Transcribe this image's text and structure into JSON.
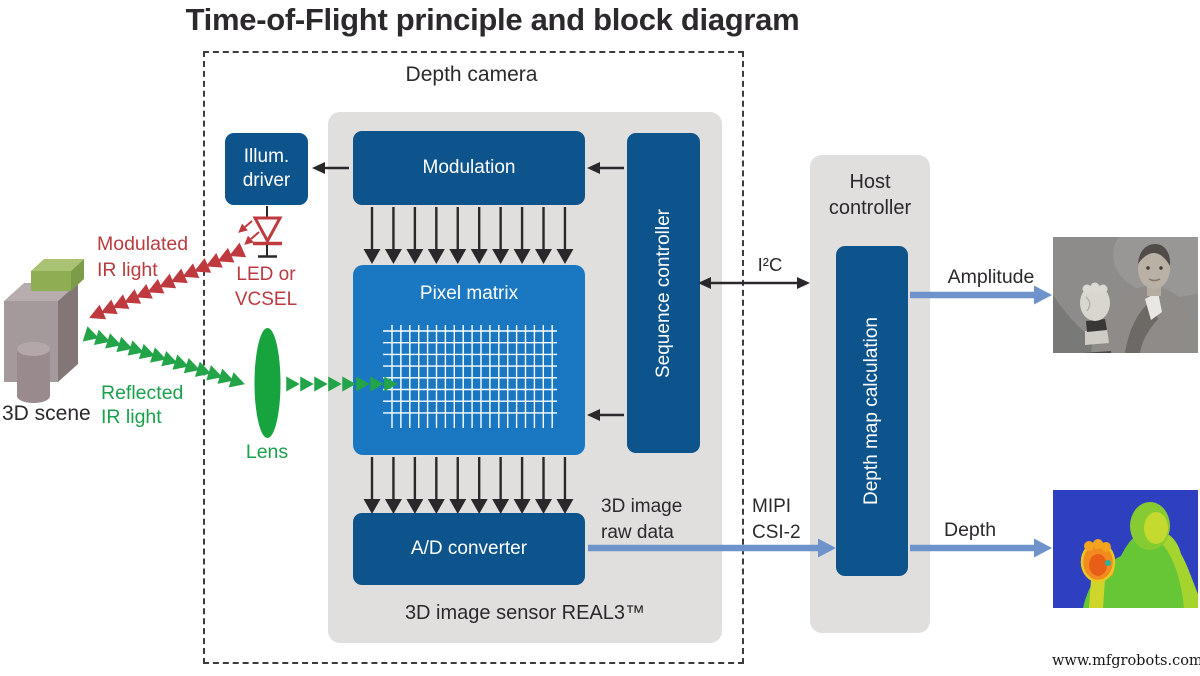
{
  "title": "Time-of-Flight principle and block diagram",
  "depth_camera_label": "Depth camera",
  "sensor": {
    "label": "3D image sensor REAL3™",
    "modulation": "Modulation",
    "pixel_matrix": "Pixel matrix",
    "ad_converter": "A/D converter",
    "sequence_controller": "Sequence controller"
  },
  "illumination": {
    "driver_line1": "Illum.",
    "driver_line2": "driver",
    "led_line1": "LED or",
    "led_line2": "VCSEL",
    "lens_label": "Lens"
  },
  "scene": {
    "label": "3D scene",
    "modulated_line1": "Modulated",
    "modulated_line2": "IR light",
    "reflected_line1": "Reflected",
    "reflected_line2": "IR light"
  },
  "host": {
    "label_line1": "Host",
    "label_line2": "controller",
    "depth_map": "Depth map calculation"
  },
  "buses": {
    "i2c": "I²C",
    "raw_line1": "3D image",
    "raw_line2": "raw data",
    "mipi_line1": "MIPI",
    "mipi_line2": "CSI-2"
  },
  "outputs": {
    "amplitude": "Amplitude",
    "depth": "Depth"
  },
  "watermark": "www.mfgrobots.com",
  "colors": {
    "dark_blue": "#0d538c",
    "pixel_blue": "#1a78c2",
    "panel_gray": "#e1dfde",
    "arrow_black": "#2a282a",
    "steel_blue": "#6e93cb",
    "ir_red": "#bf3a3f",
    "ir_green": "#23a449",
    "lens_green": "#17a33e",
    "grid_white": "#ffffff",
    "text_dark": "#2b292b"
  }
}
